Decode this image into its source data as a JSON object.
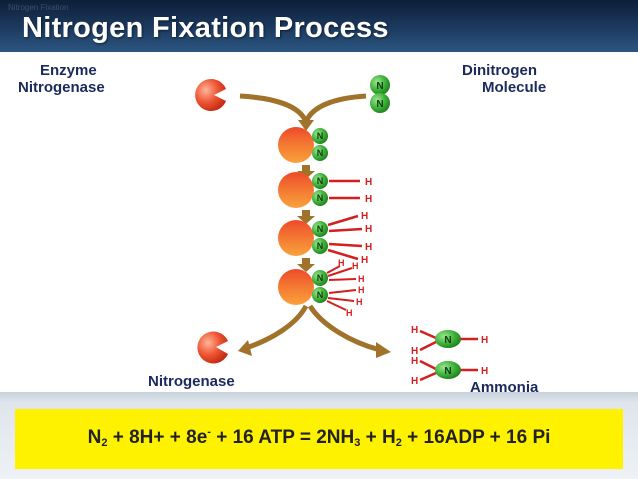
{
  "slide": {
    "title": "Nitrogen Fixation Process",
    "header_faint_text": "Nitrogen Fixation"
  },
  "diagram": {
    "enzyme_label_line1": "Enzyme",
    "enzyme_label_line2": "Nitrogenase",
    "dinitrogen_label_line1": "Dinitrogen",
    "dinitrogen_label_line2": "Molecule",
    "nitrogenase_label": "Nitrogenase",
    "ammonia_label": "Ammonia",
    "atom_n": "N",
    "atom_h": "H"
  },
  "equation": {
    "t1": "N",
    "s1": "2",
    "t2": " + 8H+ + 8e",
    "p1": "-",
    "t3": " + 16 ATP = 2NH",
    "s2": "3",
    "t4": " + H",
    "s3": "2",
    "t5": " + 16ADP + 16 Pi"
  },
  "colors": {
    "header_dark": "#0c1f38",
    "header_light": "#2c5681",
    "enzyme_red": "#e8452c",
    "enzyme_orange": "#f7941d",
    "nitrogen_green": "#35a832",
    "hydrogen_red": "#d31f1f",
    "arrow_brown": "#a0722a",
    "label_navy": "#1b2a5c",
    "equation_yellow": "#fff200"
  }
}
